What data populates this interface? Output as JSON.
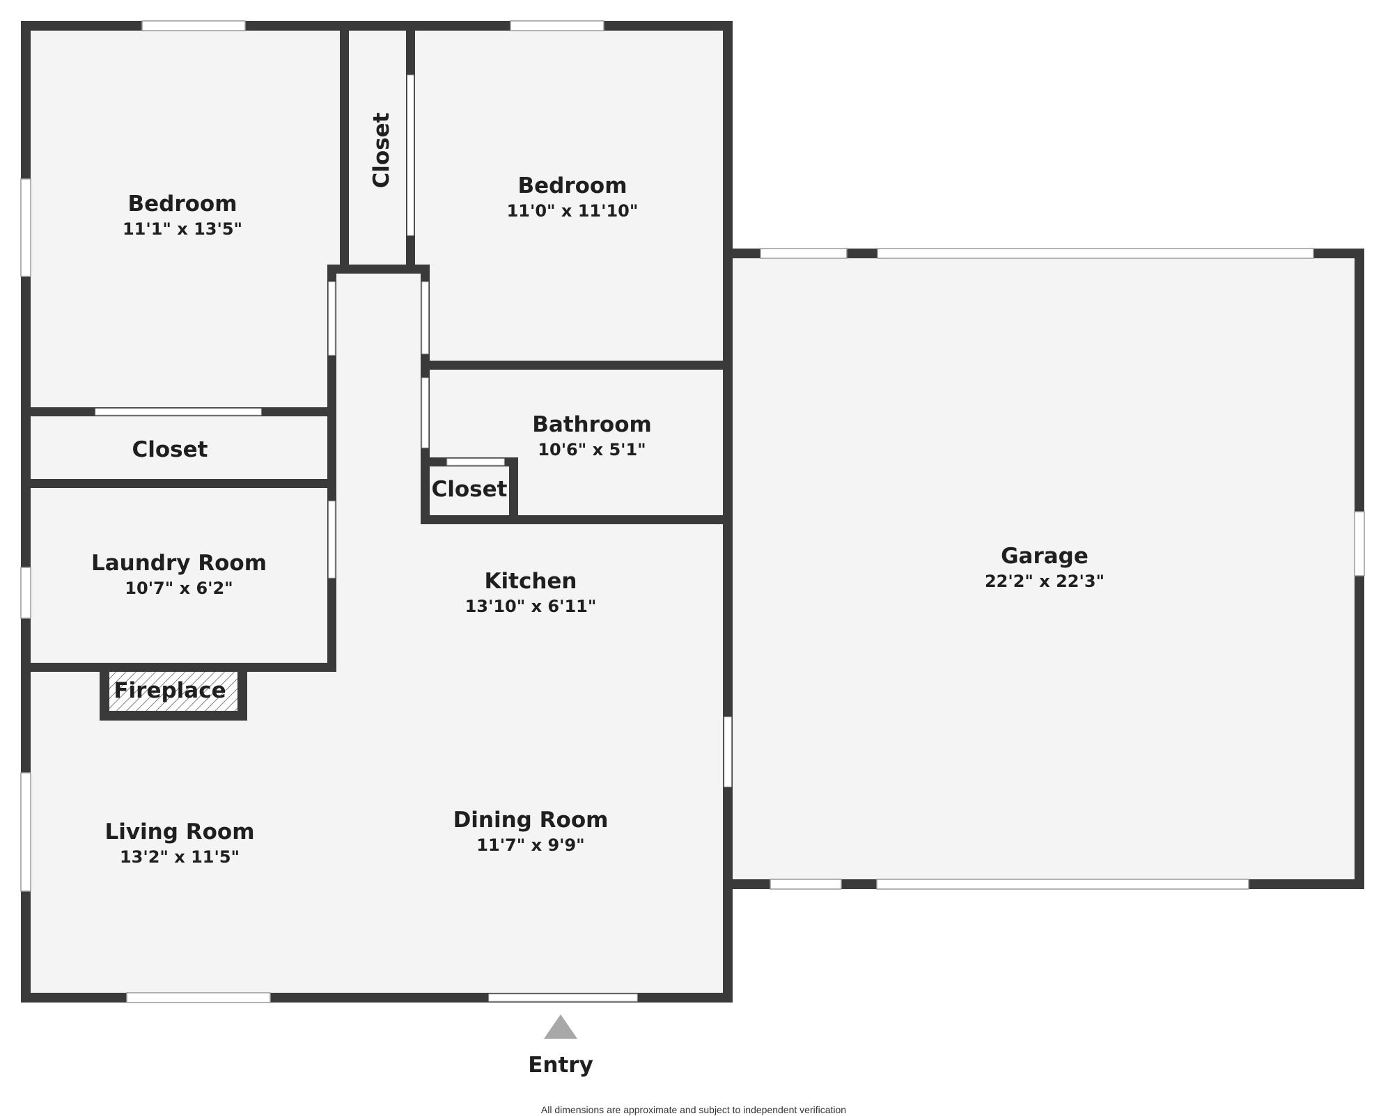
{
  "rooms": {
    "bedroom_1": {
      "name": "Bedroom",
      "dims": "11'1\" x 13'5\""
    },
    "closet_vertical": {
      "name": "Closet"
    },
    "bedroom_2": {
      "name": "Bedroom",
      "dims": "11'0\" x 11'10\""
    },
    "closet_left": {
      "name": "Closet"
    },
    "bathroom": {
      "name": "Bathroom",
      "dims": "10'6\" x 5'1\""
    },
    "closet_small": {
      "name": "Closet"
    },
    "laundry": {
      "name": "Laundry Room",
      "dims": "10'7\" x 6'2\""
    },
    "kitchen": {
      "name": "Kitchen",
      "dims": "13'10\" x 6'11\""
    },
    "fireplace": {
      "name": "Fireplace"
    },
    "living": {
      "name": "Living Room",
      "dims": "13'2\" x 11'5\""
    },
    "dining": {
      "name": "Dining Room",
      "dims": "11'7\" x 9'9\""
    },
    "garage": {
      "name": "Garage",
      "dims": "22'2\" x 22'3\""
    }
  },
  "entry": {
    "label": "Entry"
  },
  "footer": {
    "disclaimer": "All dimensions are approximate and subject to independent verification"
  },
  "colors": {
    "wall": "#3a3a3a",
    "floor": "#f4f4f4",
    "entry_arrow": "#a8a8a8"
  }
}
